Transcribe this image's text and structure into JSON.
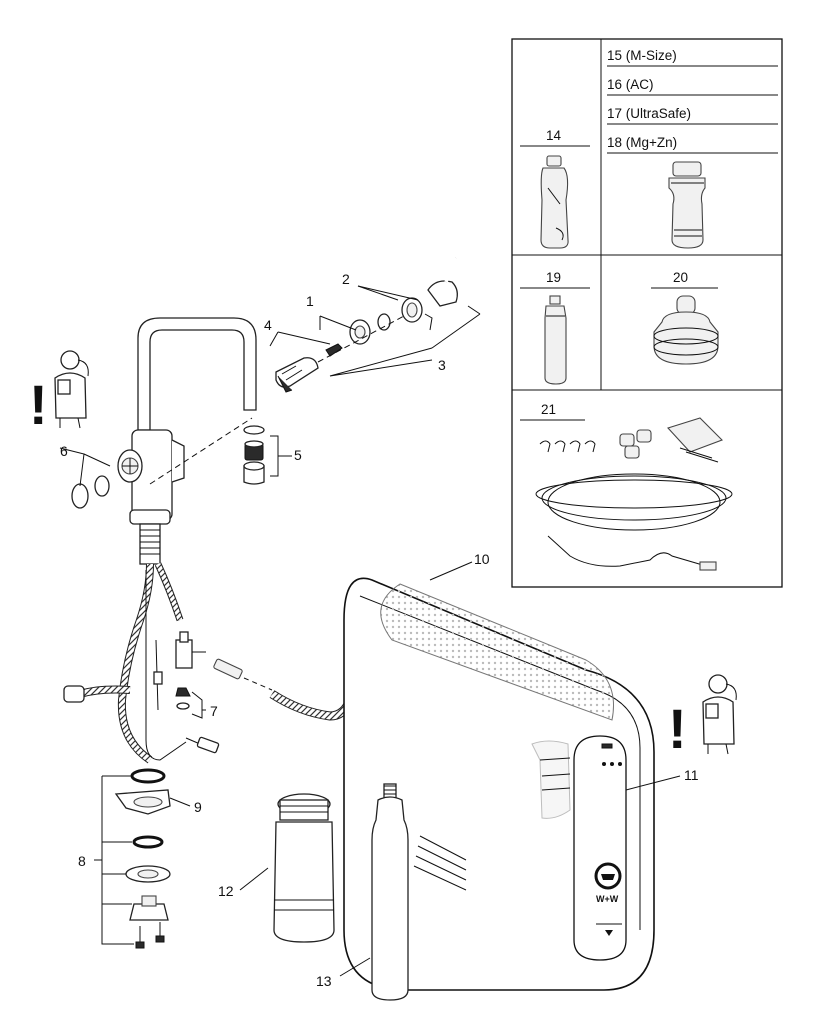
{
  "callouts": {
    "c1": "1",
    "c2": "2",
    "c3": "3",
    "c4": "4",
    "c5": "5",
    "c6": "6",
    "c7": "7",
    "c8": "8",
    "c9": "9",
    "c10": "10",
    "c11": "11",
    "c12": "12",
    "c13": "13"
  },
  "spare_parts_box": {
    "p14": "14",
    "p15": "15 (M-Size)",
    "p16": "16 (AC)",
    "p17": "17 (UltraSafe)",
    "p18": "18 (Mg+Zn)",
    "p19": "19",
    "p20": "20",
    "p21": "21"
  },
  "warning_mark": "!",
  "unit_panel_mark": "W+W",
  "colors": {
    "line": "#111111",
    "mesh": "#bbbbbb",
    "dark_part": "#2a2a2a",
    "ghost": "#bdbdbd"
  },
  "icons": [
    "plumber-warning-icon",
    "faucet-icon",
    "chiller-unit-icon",
    "co2-bottle-icon",
    "filter-cartridge-icon",
    "hose-icon"
  ]
}
